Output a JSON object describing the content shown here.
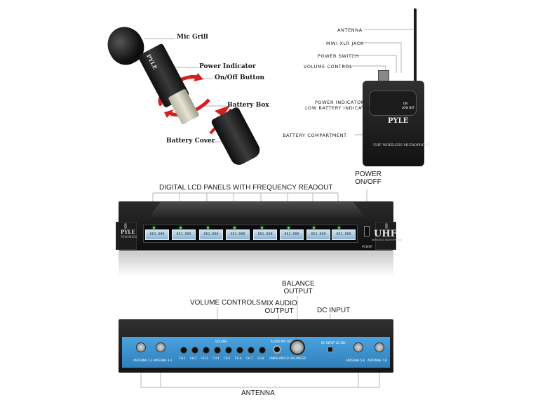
{
  "mic": {
    "callouts": {
      "mic_grill": "Mic Grill",
      "power_indicator": "Power Indicator",
      "on_off_button": "On/Off Button",
      "battery_box": "Battery Box",
      "battery_cover": "Battery Cover"
    },
    "brand": "PYLE"
  },
  "bodypack": {
    "callouts": {
      "antenna": "ANTENNA",
      "mini_xlr_jack": "MINI XLR JACK",
      "power_switch": "POWER SWITCH",
      "volume_control": "VOLUME CONTROL",
      "power_indicator": "POWER INDICATOR",
      "low_battery_indicator": "LOW BATTERY INDICATOR",
      "battery_compartment": "BATTERY COMPARTMENT"
    },
    "brand": "PYLE",
    "panel_on": "ON",
    "panel_low": "LOW BAT",
    "panel_uhf": "UHF WIRELESS MICROPHONE"
  },
  "front_panel": {
    "lcd_callout": "DIGITAL LCD PANELS WITH FREQUENCY READOUT",
    "power_callout_line1": "POWER",
    "power_callout_line2": "ON/OFF",
    "lcd_readouts": [
      "661.000",
      "661.000",
      "661.000",
      "661.000",
      "661.000",
      "661.000",
      "661.000",
      "661.000"
    ],
    "brand": "PYLE",
    "model": "PDWM8850",
    "uhf": "UHF",
    "uhf_sub": "WIRELESS MICROPHONE",
    "power_word": "POWER"
  },
  "rear_panel": {
    "callouts": {
      "volume_controls": "VOLUME CONTROLS",
      "mix_audio_output_line1": "MIX AUDIO",
      "mix_audio_output_line2": "OUTPUT",
      "balance_output_line1": "BALANCE",
      "balance_output_line2": "OUTPUT",
      "dc_input": "DC INPUT",
      "antenna": "ANTENNA"
    },
    "volume_word": "VOLUME",
    "channels": [
      "CH.1",
      "CH.2",
      "CH.3",
      "CH.4",
      "CH.5",
      "CH.6",
      "CH.7",
      "CH.8"
    ],
    "audio_mix_out": "AUDIO MIX OUT",
    "unbalanced": "UNBALANCED",
    "balanced": "BALANCED",
    "dc_input_label": "DC INPUT 12-18V",
    "antenna_left_a": "ANTENNA 1-2",
    "antenna_left_b": "ANTENNA 3-4",
    "antenna_right_a": "ANTENNA 5-6",
    "antenna_right_b": "ANTENNA 7-8"
  }
}
